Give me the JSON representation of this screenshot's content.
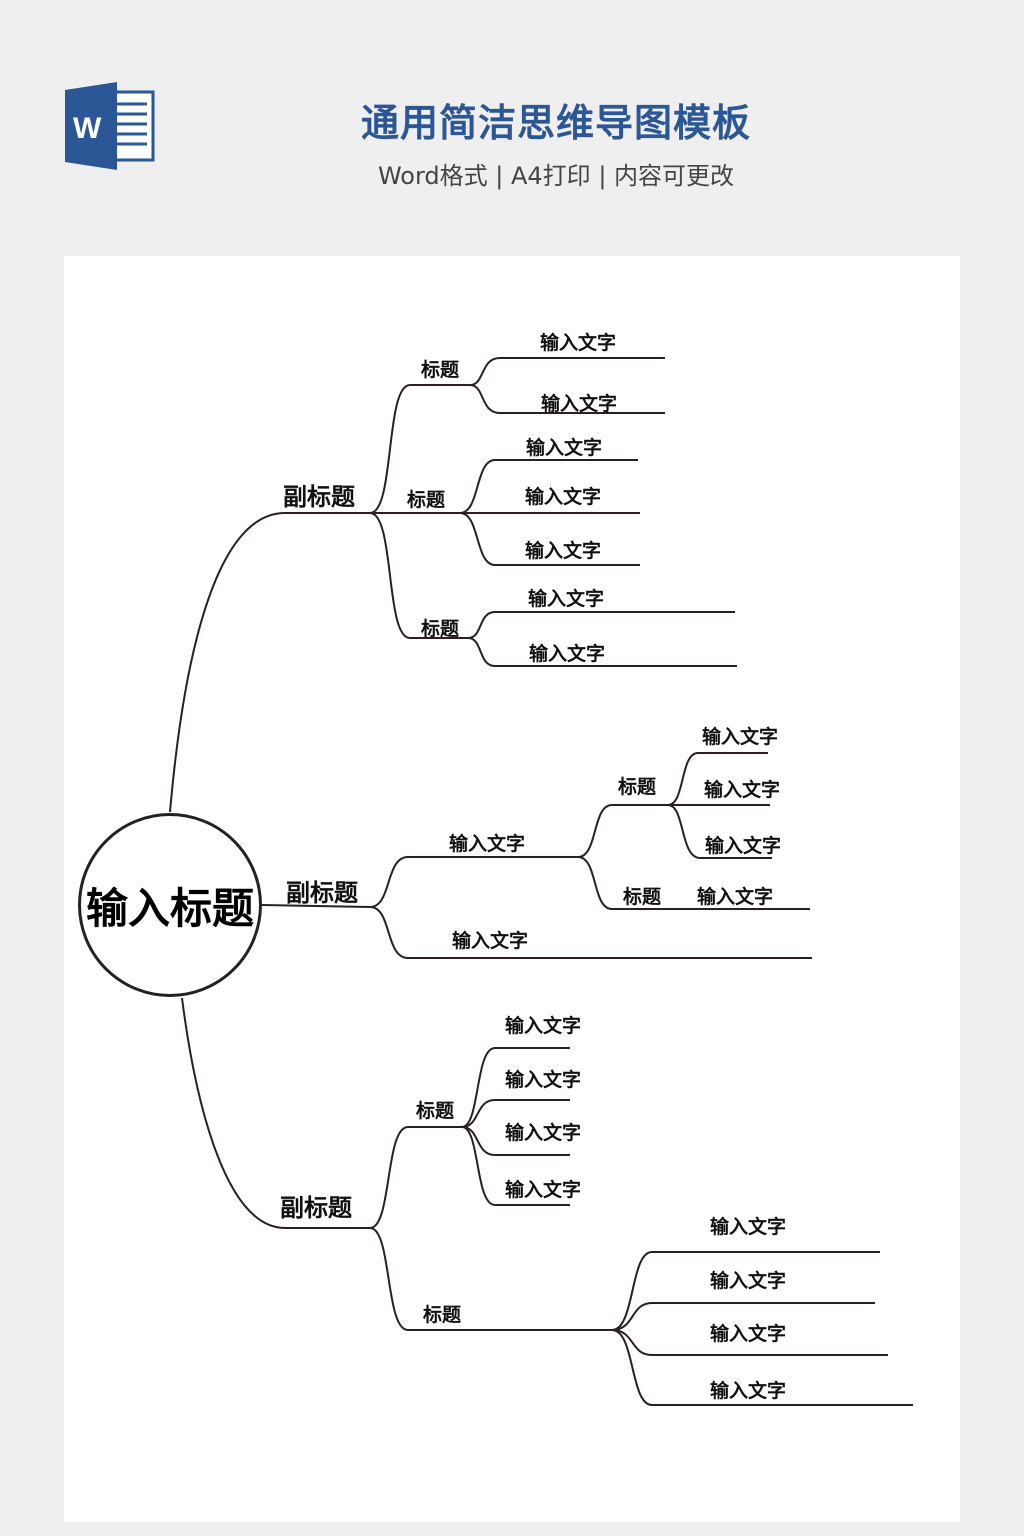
{
  "header": {
    "title": "通用简洁思维导图模板",
    "subtitle": "Word格式 | A4打印 | 内容可更改",
    "icon": "word-icon",
    "accent": "#2b5797"
  },
  "mindmap": {
    "center": "输入标题",
    "branches": [
      {
        "label": "副标题",
        "children": [
          {
            "label": "标题",
            "leaves": [
              "输入文字",
              "输入文字"
            ]
          },
          {
            "label": "标题",
            "leaves": [
              "输入文字",
              "输入文字",
              "输入文字"
            ]
          },
          {
            "label": "标题",
            "leaves": [
              "输入文字",
              "输入文字"
            ]
          }
        ]
      },
      {
        "label": "副标题",
        "children": [
          {
            "label": "输入文字",
            "children": [
              {
                "label": "标题",
                "leaves": [
                  "输入文字",
                  "输入文字",
                  "输入文字"
                ]
              },
              {
                "label": "标题",
                "leaves": [
                  "输入文字"
                ]
              }
            ]
          },
          {
            "label": "输入文字"
          }
        ]
      },
      {
        "label": "副标题",
        "children": [
          {
            "label": "标题",
            "leaves": [
              "输入文字",
              "输入文字",
              "输入文字",
              "输入文字"
            ]
          },
          {
            "label": "标题",
            "leaves": [
              "输入文字",
              "输入文字",
              "输入文字",
              "输入文字"
            ]
          }
        ]
      }
    ]
  }
}
